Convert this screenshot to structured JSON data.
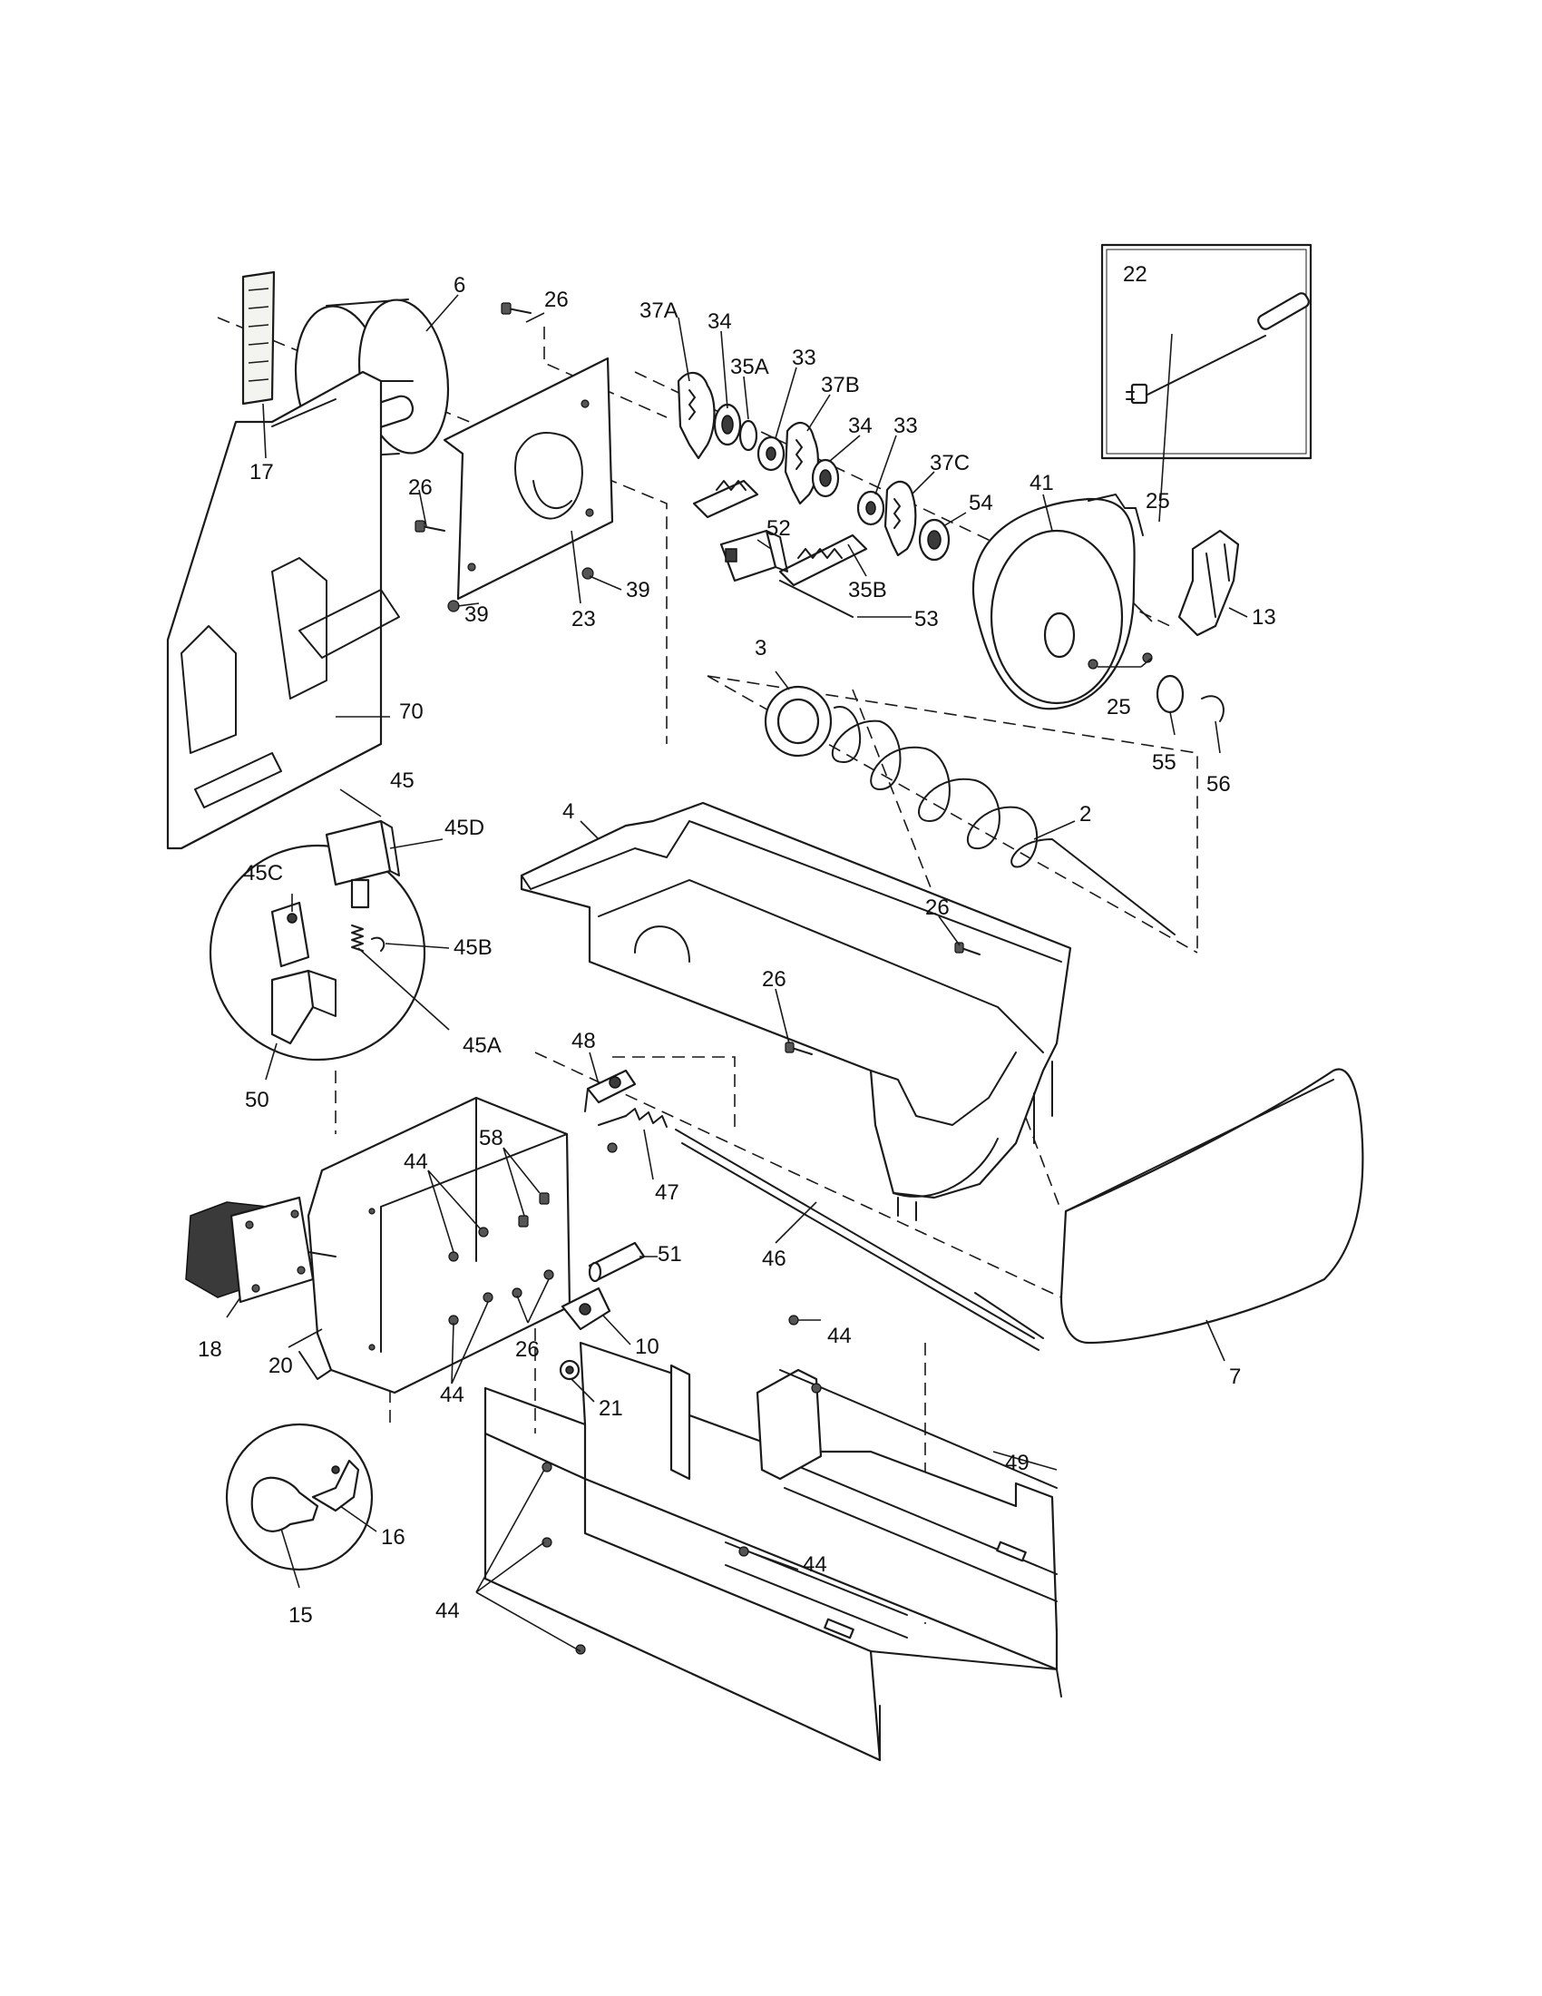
{
  "labels": {
    "p6": "6",
    "p26a": "26",
    "p17": "17",
    "p23": "23",
    "p39a": "39",
    "p39b": "39",
    "p26b": "26",
    "p70": "70",
    "p37A": "37A",
    "p34a": "34",
    "p35A": "35A",
    "p33a": "33",
    "p37B": "37B",
    "p34b": "34",
    "p33b": "33",
    "p37C": "37C",
    "p54": "54",
    "p52": "52",
    "p35B": "35B",
    "p53": "53",
    "p41": "41",
    "p25a": "25",
    "p25b": "25",
    "p13": "13",
    "p55": "55",
    "p56": "56",
    "p22": "22",
    "p3": "3",
    "p4": "4",
    "p2": "2",
    "p26c": "26",
    "p26d": "26",
    "p45": "45",
    "p45D": "45D",
    "p45C": "45C",
    "p45B": "45B",
    "p45A": "45A",
    "p50": "50",
    "p48": "48",
    "p47": "47",
    "p46": "46",
    "p58": "58",
    "p44a": "44",
    "p51": "51",
    "p10": "10",
    "p26e": "26",
    "p44b": "44",
    "p21": "21",
    "p18": "18",
    "p20": "20",
    "p44c": "44",
    "p7": "7",
    "p49": "49",
    "p44d": "44",
    "p44e": "44",
    "p16": "16",
    "p15": "15"
  },
  "colors": {
    "line": "#1a1a1a",
    "fill": "#f3f3f0",
    "frame": "#333333"
  }
}
